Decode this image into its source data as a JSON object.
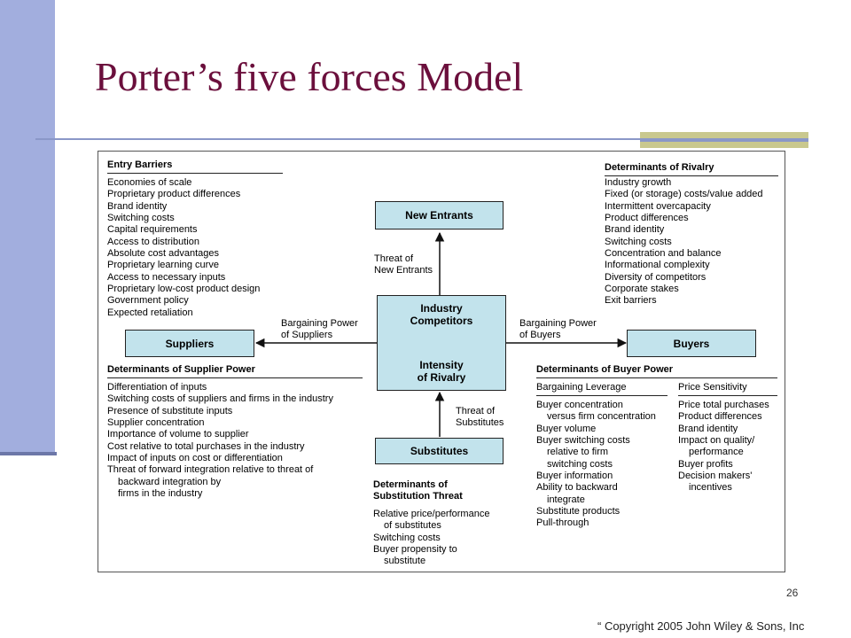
{
  "slide": {
    "title": "Porter’s five forces Model",
    "page_number": "26",
    "copyright": "“ Copyright 2005 John Wiley & Sons, Inc"
  },
  "entry_barriers": {
    "heading": "Entry Barriers",
    "items": [
      "Economies of scale",
      "Proprietary product differences",
      "Brand identity",
      "Switching costs",
      "Capital requirements",
      "Access to distribution",
      "Absolute cost advantages",
      "Proprietary learning curve",
      "Access to necessary inputs",
      "Proprietary low-cost product design",
      "Government policy",
      "Expected retaliation"
    ]
  },
  "rivalry_determinants": {
    "heading": "Determinants of Rivalry",
    "items": [
      "Industry growth",
      "Fixed (or storage) costs/value added",
      "Intermittent overcapacity",
      "Product differences",
      "Brand identity",
      "Switching costs",
      "Concentration and balance",
      "Informational complexity",
      "Diversity of competitors",
      "Corporate stakes",
      "Exit barriers"
    ]
  },
  "supplier_power": {
    "heading": "Determinants of Supplier Power",
    "items": [
      {
        "text": "Differentiation of inputs",
        "indent": false
      },
      {
        "text": "Switching costs of suppliers and firms in the industry",
        "indent": false
      },
      {
        "text": "Presence of substitute inputs",
        "indent": false
      },
      {
        "text": "Supplier concentration",
        "indent": false
      },
      {
        "text": "Importance of volume to supplier",
        "indent": false
      },
      {
        "text": "Cost relative to total purchases in the industry",
        "indent": false
      },
      {
        "text": "Impact of inputs on cost or differentiation",
        "indent": false
      },
      {
        "text": "Threat of forward integration relative to threat of",
        "indent": false
      },
      {
        "text": "backward integration by",
        "indent": true
      },
      {
        "text": "firms in the industry",
        "indent": true
      }
    ]
  },
  "substitution_threat": {
    "heading_line1": "Determinants of",
    "heading_line2": "Substitution Threat",
    "items": [
      {
        "text": "Relative price/performance",
        "indent": false
      },
      {
        "text": "of substitutes",
        "indent": true
      },
      {
        "text": "Switching costs",
        "indent": false
      },
      {
        "text": "Buyer propensity to",
        "indent": false
      },
      {
        "text": "substitute",
        "indent": true
      }
    ]
  },
  "buyer_power": {
    "heading": "Determinants of Buyer Power",
    "bargaining_leverage": {
      "heading": "Bargaining Leverage",
      "items": [
        {
          "text": "Buyer concentration",
          "indent": false
        },
        {
          "text": "versus firm concentration",
          "indent": true
        },
        {
          "text": "Buyer volume",
          "indent": false
        },
        {
          "text": "Buyer switching costs",
          "indent": false
        },
        {
          "text": "relative to firm",
          "indent": true
        },
        {
          "text": "switching costs",
          "indent": true
        },
        {
          "text": "Buyer information",
          "indent": false
        },
        {
          "text": "Ability to backward",
          "indent": false
        },
        {
          "text": "integrate",
          "indent": true
        },
        {
          "text": "Substitute products",
          "indent": false
        },
        {
          "text": "Pull-through",
          "indent": false
        }
      ]
    },
    "price_sensitivity": {
      "heading": "Price Sensitivity",
      "items": [
        {
          "text": "Price total purchases",
          "indent": false
        },
        {
          "text": "Product differences",
          "indent": false
        },
        {
          "text": "Brand identity",
          "indent": false
        },
        {
          "text": "Impact on quality/",
          "indent": false
        },
        {
          "text": "performance",
          "indent": true
        },
        {
          "text": "Buyer profits",
          "indent": false
        },
        {
          "text": "Decision makers'",
          "indent": false
        },
        {
          "text": "incentives",
          "indent": true
        }
      ]
    }
  },
  "forces": {
    "new_entrants": "New Entrants",
    "suppliers": "Suppliers",
    "buyers": "Buyers",
    "substitutes": "Substitutes",
    "industry_line1": "Industry",
    "industry_line2": "Competitors",
    "rivalry_line1": "Intensity",
    "rivalry_line2": "of Rivalry"
  },
  "arrow_labels": {
    "threat_new_entrants_line1": "Threat of",
    "threat_new_entrants_line2": "New Entrants",
    "supplier_power_line1": "Bargaining Power",
    "supplier_power_line2": "of Suppliers",
    "buyer_power_line1": "Bargaining Power",
    "buyer_power_line2": "of Buyers",
    "threat_substitutes_line1": "Threat of",
    "threat_substitutes_line2": "Substitutes"
  }
}
